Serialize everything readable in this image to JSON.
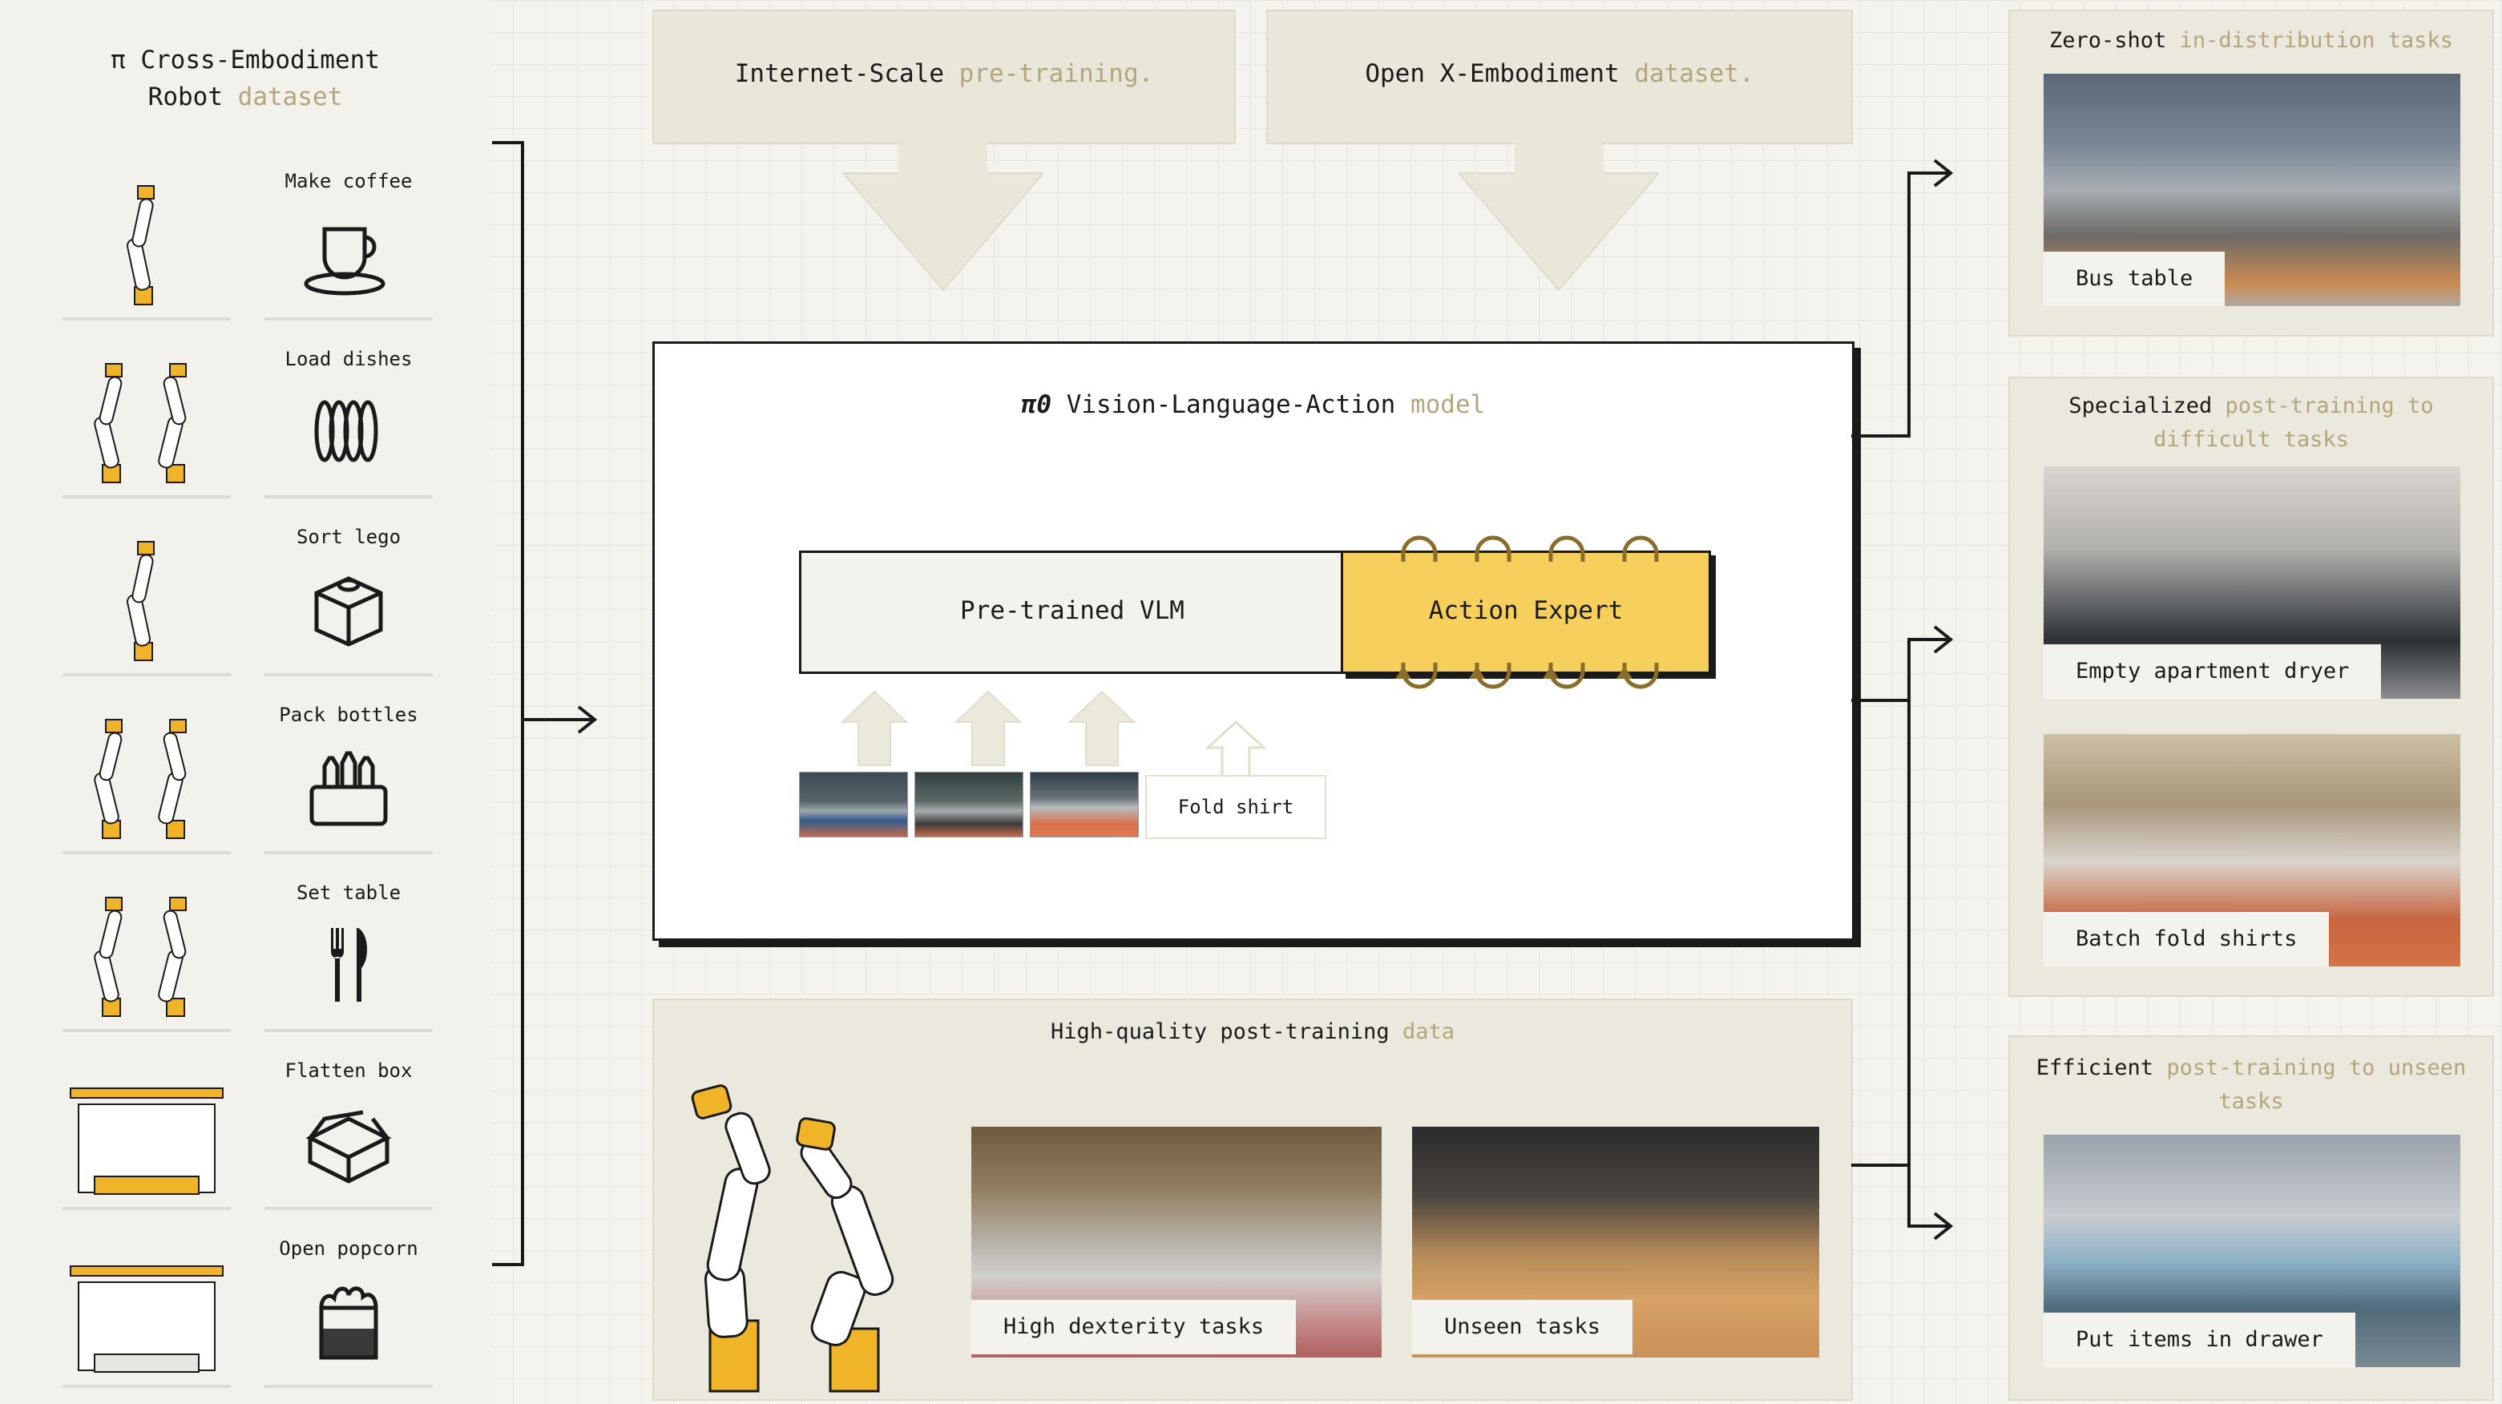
{
  "left": {
    "title_prefix": "π Cross-Embodiment",
    "title_line2": "Robot",
    "title_muted": "dataset",
    "tasks": [
      {
        "label": "Make coffee",
        "icon": "coffee-cup-icon"
      },
      {
        "label": "Load dishes",
        "icon": "dishes-icon"
      },
      {
        "label": "Sort lego",
        "icon": "lego-brick-icon"
      },
      {
        "label": "Pack bottles",
        "icon": "bottles-icon"
      },
      {
        "label": "Set table",
        "icon": "utensils-icon"
      },
      {
        "label": "Flatten box",
        "icon": "box-icon"
      },
      {
        "label": "Open popcorn",
        "icon": "popcorn-icon"
      }
    ]
  },
  "banners": {
    "internet_main": "Internet-Scale",
    "internet_muted": "pre-training.",
    "oxe_main": "Open X-Embodiment",
    "oxe_muted": "dataset."
  },
  "model": {
    "title_symbol": "π0",
    "title_main": "Vision-Language-Action",
    "title_muted": "model",
    "vlm_label": "Pre-trained VLM",
    "action_label": "Action Expert",
    "text_input": "Fold shirt"
  },
  "post": {
    "title_main": "High-quality post-training",
    "title_muted": "data",
    "caption_1": "High dexterity tasks",
    "caption_2": "Unseen tasks"
  },
  "right": {
    "zero_main": "Zero-shot",
    "zero_muted": "in-distribution tasks",
    "zero_caption": "Bus table",
    "spec_main": "Specialized",
    "spec_muted_1": "post-training to",
    "spec_muted_2": "difficult tasks",
    "spec_caption_1": "Empty apartment dryer",
    "spec_caption_2": "Batch fold shirts",
    "eff_main": "Efficient",
    "eff_muted_1": "post-training to unseen",
    "eff_muted_2": "tasks",
    "eff_caption": "Put items in drawer"
  },
  "colors": {
    "accent": "#f6cf5d",
    "muted_text": "#b3a57c",
    "robot_orange": "#f0b429"
  }
}
